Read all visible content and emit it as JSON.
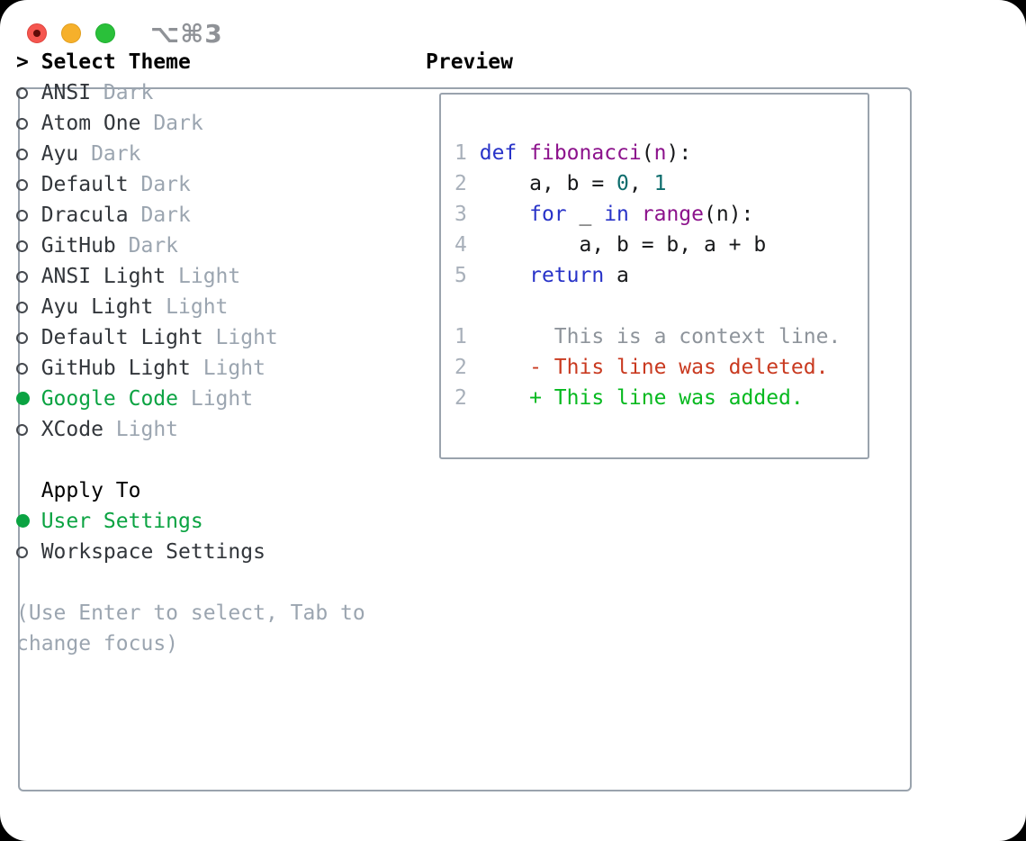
{
  "window": {
    "title": "⌥⌘3",
    "traffic_lights": [
      "close",
      "minimize",
      "zoom"
    ]
  },
  "colors": {
    "border": "#9aa3ad",
    "text": "#32363b",
    "muted": "#9ba5b0",
    "selected_green": "#0ba342",
    "keyword_blue": "#2833c8",
    "function_purple": "#8c128c",
    "literal_teal": "#0c6c6c",
    "plain_code": "#17181a",
    "line_number": "#a8b0ba",
    "diff_context": "#8e949b",
    "diff_deleted": "#c93a20",
    "diff_added": "#06b91f",
    "traffic_red": "#f5564f",
    "traffic_yellow": "#f6b02b",
    "traffic_green": "#2ac03a"
  },
  "theme_panel": {
    "header": {
      "prompt": ">",
      "label": "Select Theme"
    },
    "items": [
      {
        "label": "ANSI",
        "variant": "Dark",
        "selected": false
      },
      {
        "label": "Atom One",
        "variant": "Dark",
        "selected": false
      },
      {
        "label": "Ayu",
        "variant": "Dark",
        "selected": false
      },
      {
        "label": "Default",
        "variant": "Dark",
        "selected": false
      },
      {
        "label": "Dracula",
        "variant": "Dark",
        "selected": false
      },
      {
        "label": "GitHub",
        "variant": "Dark",
        "selected": false
      },
      {
        "label": "ANSI Light",
        "variant": "Light",
        "selected": false
      },
      {
        "label": "Ayu Light",
        "variant": "Light",
        "selected": false
      },
      {
        "label": "Default Light",
        "variant": "Light",
        "selected": false
      },
      {
        "label": "GitHub Light",
        "variant": "Light",
        "selected": false
      },
      {
        "label": "Google Code",
        "variant": "Light",
        "selected": true
      },
      {
        "label": "XCode",
        "variant": "Light",
        "selected": false
      }
    ],
    "apply_to": {
      "label": "Apply To",
      "options": [
        {
          "label": "User Settings",
          "selected": true
        },
        {
          "label": "Workspace Settings",
          "selected": false
        }
      ]
    },
    "hint_line1": "(Use Enter to select, Tab to",
    "hint_line2": "change focus)"
  },
  "preview": {
    "title": "Preview",
    "lines": [
      {
        "tokens": [
          {
            "t": "1",
            "c": "num"
          },
          {
            "t": " ",
            "c": "pl"
          },
          {
            "t": "def",
            "c": "kw"
          },
          {
            "t": " ",
            "c": "pl"
          },
          {
            "t": "fibonacci",
            "c": "fn"
          },
          {
            "t": "(",
            "c": "pl"
          },
          {
            "t": "n",
            "c": "fn"
          },
          {
            "t": "):",
            "c": "pl"
          }
        ]
      },
      {
        "tokens": [
          {
            "t": "2",
            "c": "num"
          },
          {
            "t": "     a, b = ",
            "c": "pl"
          },
          {
            "t": "0",
            "c": "lit"
          },
          {
            "t": ", ",
            "c": "pl"
          },
          {
            "t": "1",
            "c": "lit"
          }
        ]
      },
      {
        "tokens": [
          {
            "t": "3",
            "c": "num"
          },
          {
            "t": "     ",
            "c": "pl"
          },
          {
            "t": "for",
            "c": "kw"
          },
          {
            "t": " _ ",
            "c": "pl"
          },
          {
            "t": "in",
            "c": "kw"
          },
          {
            "t": " ",
            "c": "pl"
          },
          {
            "t": "range",
            "c": "fn"
          },
          {
            "t": "(n):",
            "c": "pl"
          }
        ]
      },
      {
        "tokens": [
          {
            "t": "4",
            "c": "num"
          },
          {
            "t": "         a, b = b, a + b",
            "c": "pl"
          }
        ]
      },
      {
        "tokens": [
          {
            "t": "5",
            "c": "num"
          },
          {
            "t": "     ",
            "c": "pl"
          },
          {
            "t": "return",
            "c": "kw"
          },
          {
            "t": " a",
            "c": "pl"
          }
        ]
      },
      {
        "tokens": []
      },
      {
        "tokens": [
          {
            "t": "1",
            "c": "num"
          },
          {
            "t": "       This is a context line.",
            "c": "ctx"
          }
        ]
      },
      {
        "tokens": [
          {
            "t": "2",
            "c": "num"
          },
          {
            "t": "     ",
            "c": "pl"
          },
          {
            "t": "- This line was deleted.",
            "c": "del"
          }
        ]
      },
      {
        "tokens": [
          {
            "t": "2",
            "c": "num"
          },
          {
            "t": "     ",
            "c": "pl"
          },
          {
            "t": "+ This line was added.",
            "c": "add"
          }
        ]
      }
    ]
  }
}
